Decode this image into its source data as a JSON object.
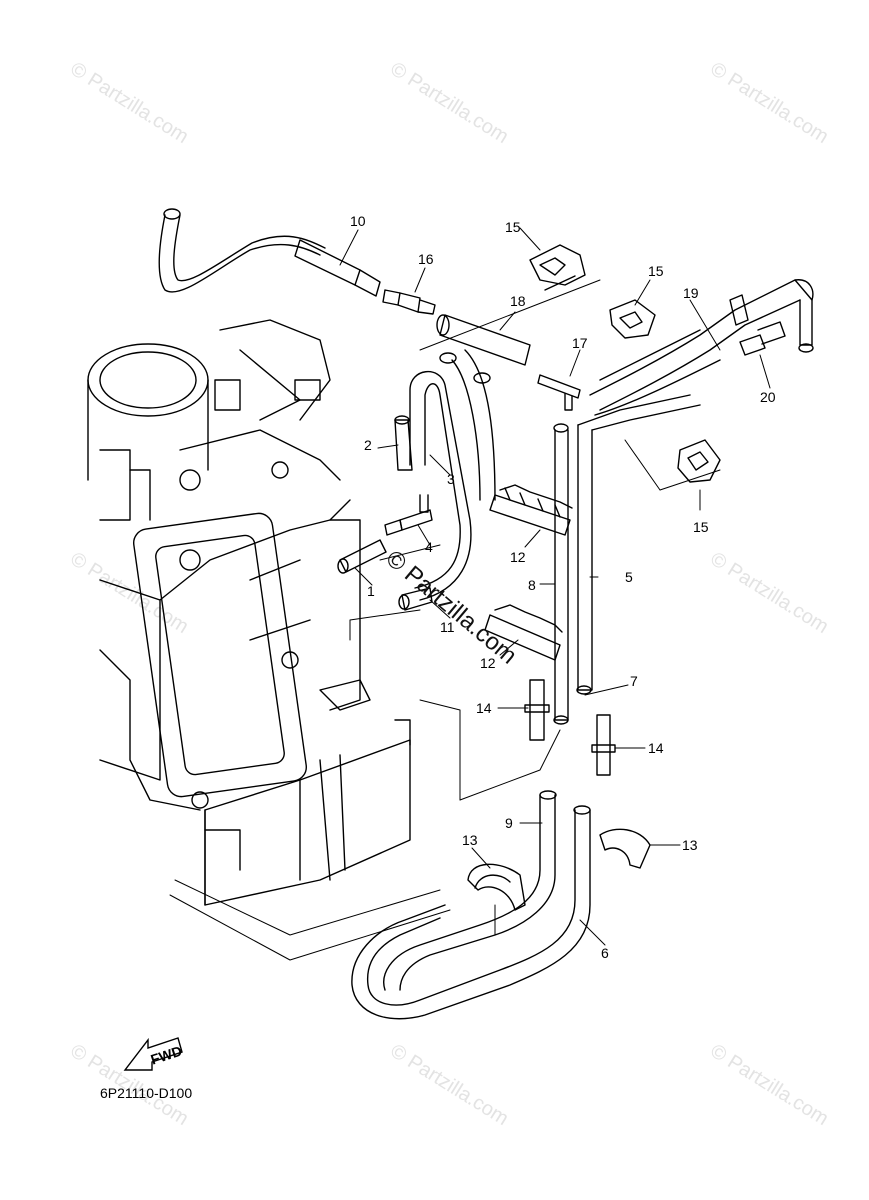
{
  "diagram_code": "6P21110-D100",
  "fwd_label": "FWD",
  "watermark_text": "© Partzilla.com",
  "callouts": {
    "c1": "1",
    "c2": "2",
    "c3": "3",
    "c4": "4",
    "c5": "5",
    "c6": "6",
    "c7": "7",
    "c8": "8",
    "c9": "9",
    "c10": "10",
    "c11": "11",
    "c12a": "12",
    "c12b": "12",
    "c13a": "13",
    "c13b": "13",
    "c14a": "14",
    "c14b": "14",
    "c15a": "15",
    "c15b": "15",
    "c15c": "15",
    "c16": "16",
    "c17": "17",
    "c18": "18",
    "c19": "19",
    "c20": "20"
  },
  "colors": {
    "line": "#000000",
    "background": "#ffffff",
    "watermark": "#e3e3e3"
  }
}
